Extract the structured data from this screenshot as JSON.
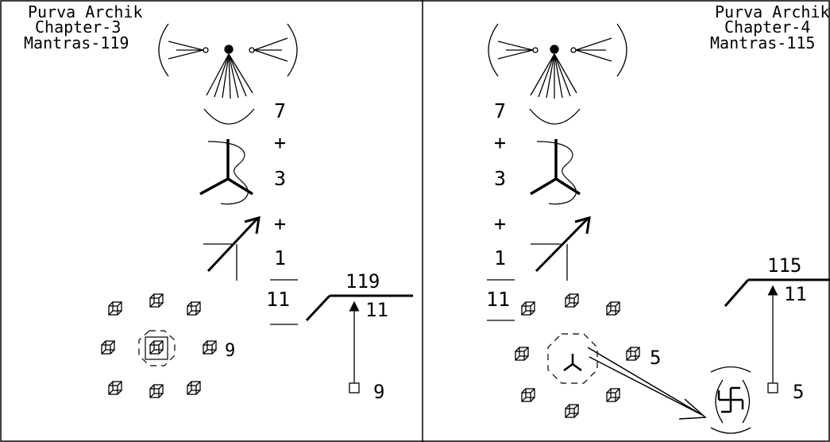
{
  "left_panel": {
    "title_lines": [
      "Purva Archik",
      "Chapter-3",
      "Mantras-119"
    ],
    "sum_terms": [
      "7",
      "+",
      "3",
      "+",
      "1"
    ],
    "sum_total": "11",
    "cube_count": "9",
    "ladder_top": "119",
    "ladder_mid": "11",
    "ladder_base": "9"
  },
  "right_panel": {
    "title_lines": [
      "Purva Archik",
      "Chapter-4",
      "Mantras-115"
    ],
    "sum_terms": [
      "7",
      "+",
      "3",
      "+",
      "1"
    ],
    "sum_total": "11",
    "cube_count": "5",
    "ladder_top": "115",
    "ladder_mid": "11",
    "ladder_base": "5"
  },
  "colors": {
    "ink": "#000000",
    "paper": "#ffffff"
  }
}
